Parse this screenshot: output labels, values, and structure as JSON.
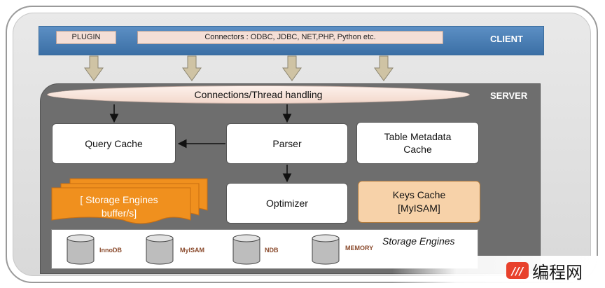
{
  "client": {
    "label": "CLIENT",
    "plugin": "PLUGIN",
    "connectors": "Connectors : ODBC, JDBC, NET,PHP, Python etc."
  },
  "server": {
    "label": "SERVER",
    "connections": "Connections/Thread handling"
  },
  "components": {
    "query_cache": "Query Cache",
    "parser": "Parser",
    "table_metadata_cache": "Table Metadata Cache",
    "optimizer": "Optimizer",
    "keys_cache_line1": "Keys Cache",
    "keys_cache_line2": "[MyISAM]",
    "buffer_line1": "[ Storage Engines",
    "buffer_line2": "buffer/s]"
  },
  "storage_engines": {
    "label": "Storage Engines",
    "engines": [
      "InnoDB",
      "MyISAM",
      "NDB",
      "MEMORY"
    ]
  },
  "watermark": {
    "text": "编程网"
  },
  "colors": {
    "client_blue": "#3b6fa5",
    "server_gray": "#6e6e6e",
    "buffer_orange": "#f0901e",
    "keys_fill": "#f7d2a9",
    "engine_text": "#8a4a2c"
  }
}
